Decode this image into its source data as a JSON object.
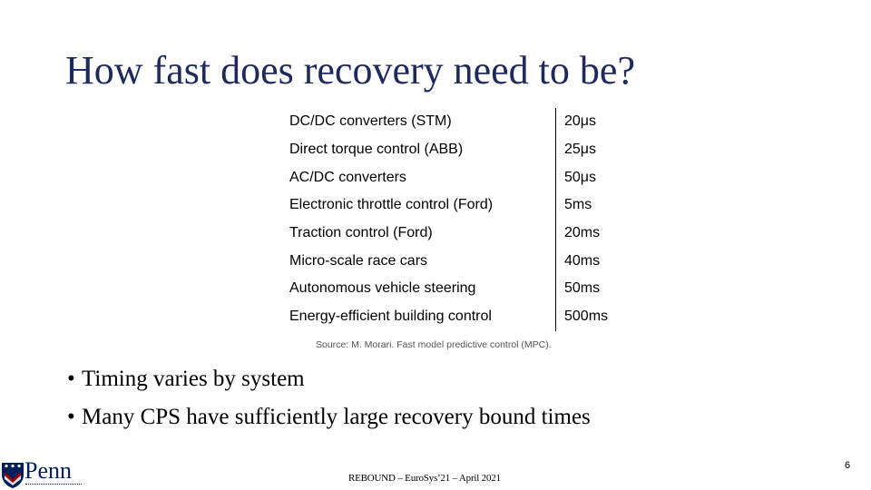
{
  "slide": {
    "title": "How fast does recovery need to be?",
    "table": {
      "rows": [
        {
          "system": "DC/DC converters (STM)",
          "time": "20μs"
        },
        {
          "system": "Direct torque control (ABB)",
          "time": "25μs"
        },
        {
          "system": "AC/DC converters",
          "time": "50μs"
        },
        {
          "system": "Electronic throttle control (Ford)",
          "time": "5ms"
        },
        {
          "system": "Traction control (Ford)",
          "time": "20ms"
        },
        {
          "system": "Micro-scale race cars",
          "time": "40ms"
        },
        {
          "system": "Autonomous vehicle steering",
          "time": "50ms"
        },
        {
          "system": "Energy-efficient building control",
          "time": "500ms"
        }
      ]
    },
    "source": "Source: M. Morari. Fast model predictive control (MPC).",
    "bullets": [
      "Timing varies by system",
      "Many CPS have sufficiently large recovery bound times"
    ],
    "footer": "REBOUND – EuroSys’21 – April 2021",
    "page_number": "6",
    "logo": {
      "wordmark": "Penn",
      "shield_colors": [
        "#011f5b",
        "#990000"
      ]
    }
  }
}
